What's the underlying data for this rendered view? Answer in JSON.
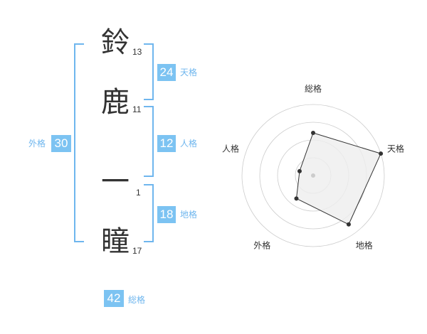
{
  "name": {
    "chars": [
      {
        "char": "鈴",
        "strokes": "13"
      },
      {
        "char": "鹿",
        "strokes": "11"
      },
      {
        "char": "一",
        "strokes": "1"
      },
      {
        "char": "瞳",
        "strokes": "17"
      }
    ]
  },
  "fortunes": {
    "tenkaku": {
      "value": "24",
      "label": "天格"
    },
    "jinkaku": {
      "value": "12",
      "label": "人格"
    },
    "chikaku": {
      "value": "18",
      "label": "地格"
    },
    "gaikaku": {
      "value": "30",
      "label": "外格"
    },
    "soukaku": {
      "value": "42",
      "label": "総格"
    }
  },
  "chart_data": {
    "type": "radar",
    "axes": [
      "総格",
      "天格",
      "地格",
      "外格",
      "人格"
    ],
    "values": [
      0.6,
      1.0,
      0.85,
      0.4,
      0.2
    ],
    "rings": 4,
    "colors": {
      "accent": "#7cc3f2",
      "fill": "#eeeeee",
      "line": "#333333",
      "grid": "#cccccc"
    }
  }
}
